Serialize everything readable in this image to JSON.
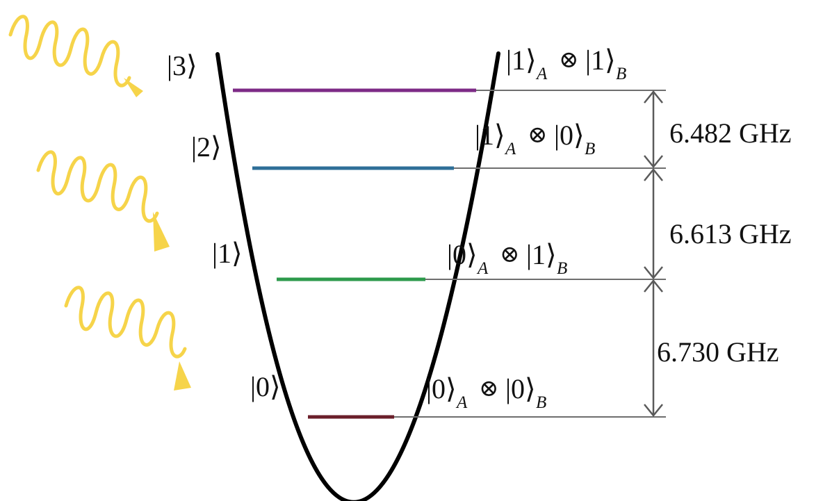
{
  "levels": [
    {
      "left_label": "|3⟩",
      "state_a": "|1⟩",
      "sub_a": "A",
      "otimes": "⊗",
      "state_b": "|1⟩",
      "sub_b": "B",
      "color": "#7d2a86"
    },
    {
      "left_label": "|2⟩",
      "state_a": "|1⟩",
      "sub_a": "A",
      "otimes": "⊗",
      "state_b": "|0⟩",
      "sub_b": "B",
      "color": "#2e6f98"
    },
    {
      "left_label": "|1⟩",
      "state_a": "|0⟩",
      "sub_a": "A",
      "otimes": "⊗",
      "state_b": "|1⟩",
      "sub_b": "B",
      "color": "#2d9a4c"
    },
    {
      "left_label": "|0⟩",
      "state_a": "|0⟩",
      "sub_a": "A",
      "otimes": "⊗",
      "state_b": "|0⟩",
      "sub_b": "B",
      "color": "#6b1f2a"
    }
  ],
  "transitions": [
    {
      "label": "6.482 GHz"
    },
    {
      "label": "6.613 GHz"
    },
    {
      "label": "6.730 GHz"
    }
  ],
  "colors": {
    "well": "#000000",
    "guide": "#6e6e6e",
    "arrow": "#5a5a5a",
    "photon": "#f6d44a"
  }
}
